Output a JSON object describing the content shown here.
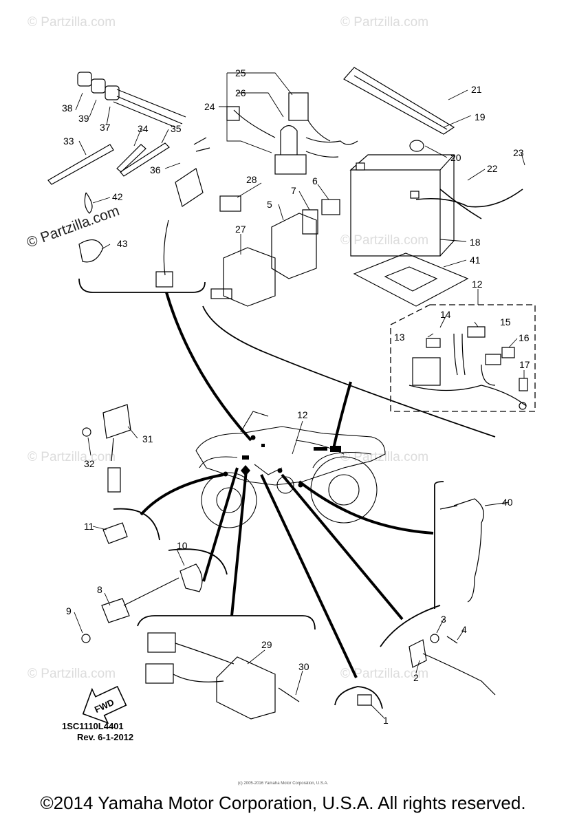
{
  "watermark": {
    "text": "© Partzilla.com",
    "highlighted_text": "© Partzilla.com"
  },
  "callouts": [
    "1",
    "2",
    "3",
    "4",
    "5",
    "6",
    "7",
    "8",
    "9",
    "10",
    "11",
    "12",
    "13",
    "14",
    "15",
    "16",
    "17",
    "18",
    "19",
    "20",
    "21",
    "22",
    "23",
    "24",
    "25",
    "26",
    "27",
    "28",
    "29",
    "30",
    "31",
    "32",
    "33",
    "34",
    "35",
    "36",
    "37",
    "38",
    "39",
    "40",
    "41",
    "42",
    "43",
    "12"
  ],
  "fwd_label": "FWD",
  "diagram_code": "1SC1110L4401",
  "revision": "Rev.  6-1-2012",
  "footer": {
    "tiny_text": "(c) 2005-2016 Yamaha Motor Corporation, U.S.A.",
    "copyright": "©2014 Yamaha Motor Corporation, U.S.A. All rights reserved."
  }
}
